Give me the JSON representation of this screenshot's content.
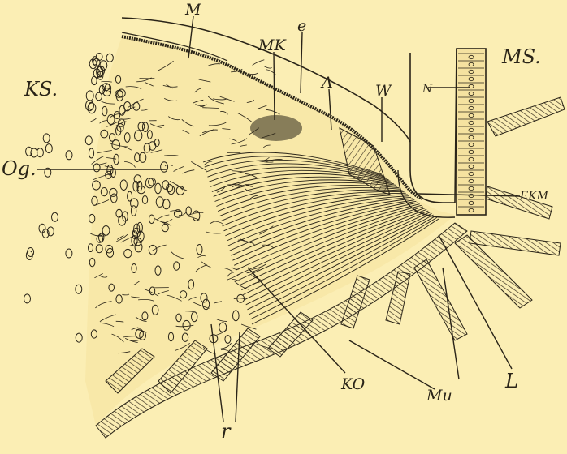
{
  "figure": {
    "background": "#fbeeb4",
    "ink": "#2a2418",
    "labels": {
      "m": "M",
      "mk": "MK",
      "e": "e",
      "ms": "MS.",
      "ks": "KS.",
      "a": "A",
      "w": "W",
      "n": "N",
      "og": "Og.",
      "ekm": "EKM",
      "ko": "KO",
      "mu": "Mu",
      "l": "L",
      "r": "r"
    }
  }
}
